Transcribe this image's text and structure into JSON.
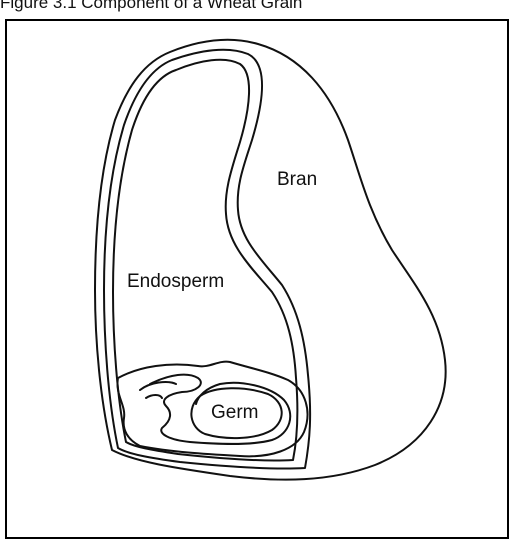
{
  "caption": "Figure 3.1 Component of a Wheat Grain",
  "labels": {
    "bran": "Bran",
    "endosperm": "Endosperm",
    "germ": "Germ"
  },
  "colors": {
    "line": "#111111",
    "background": "#ffffff"
  }
}
